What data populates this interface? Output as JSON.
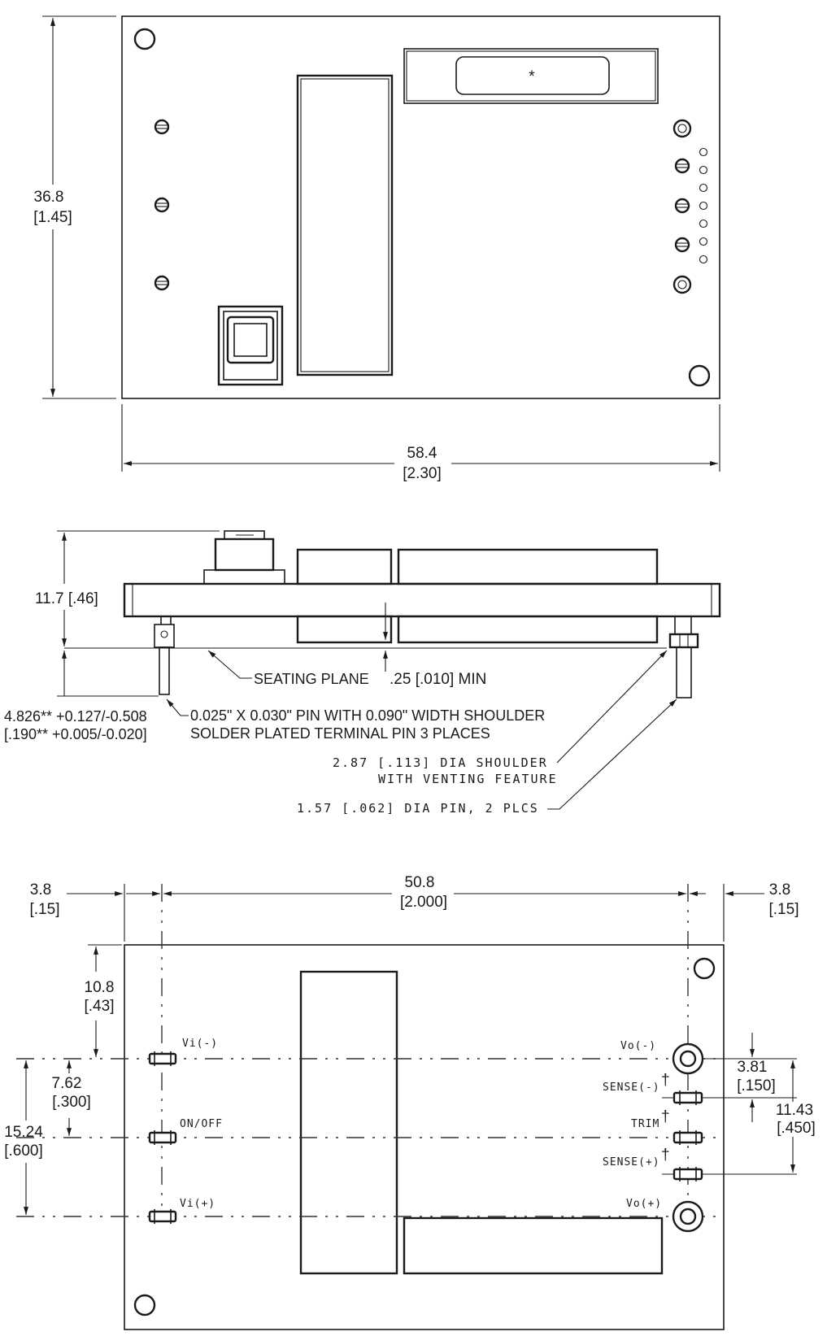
{
  "top_view": {
    "star_mark": "*",
    "height_mm": "36.8",
    "height_in": "[1.45]",
    "width_mm": "58.4",
    "width_in": "[2.30]"
  },
  "side_view": {
    "height_label": "11.7 [.46]",
    "seating_plane": "SEATING PLANE",
    "clearance": ".25 [.010] MIN",
    "pin_len_mm": "4.826** +0.127/-0.508",
    "pin_len_in": "[.190**  +0.005/-0.020]",
    "pin_note_1": "0.025\" X 0.030\" PIN WITH 0.090\" WIDTH SHOULDER",
    "pin_note_2": "SOLDER PLATED TERMINAL PIN  3 PLACES",
    "shoulder_note_1": "2.87 [.113] DIA SHOULDER",
    "shoulder_note_2": "WITH VENTING FEATURE",
    "dia_pin_note": "1.57 [.062] DIA PIN, 2 PLCS"
  },
  "bottom_view": {
    "left_margin_mm": "3.8",
    "left_margin_in": "[.15]",
    "span_mm": "50.8",
    "span_in": "[2.000]",
    "right_margin_mm": "3.8",
    "right_margin_in": "[.15]",
    "top_offset_mm": "10.8",
    "top_offset_in": "[.43]",
    "pitch_left_mm": "7.62",
    "pitch_left_in": "[.300]",
    "span_left_mm": "15.24",
    "span_left_in": "[.600]",
    "pitch_right_mm": "3.81",
    "pitch_right_in": "[.150]",
    "span_right_mm": "11.43",
    "span_right_in": "[.450]",
    "pins": {
      "vi_minus": "Vi(-)",
      "on_off": "ON/OFF",
      "vi_plus": "Vi(+)",
      "vo_minus": "Vo(-)",
      "sense_minus": "SENSE(-)",
      "trim": "TRIM",
      "sense_plus": "SENSE(+)",
      "vo_plus": "Vo(+)",
      "dagger": "†"
    }
  }
}
